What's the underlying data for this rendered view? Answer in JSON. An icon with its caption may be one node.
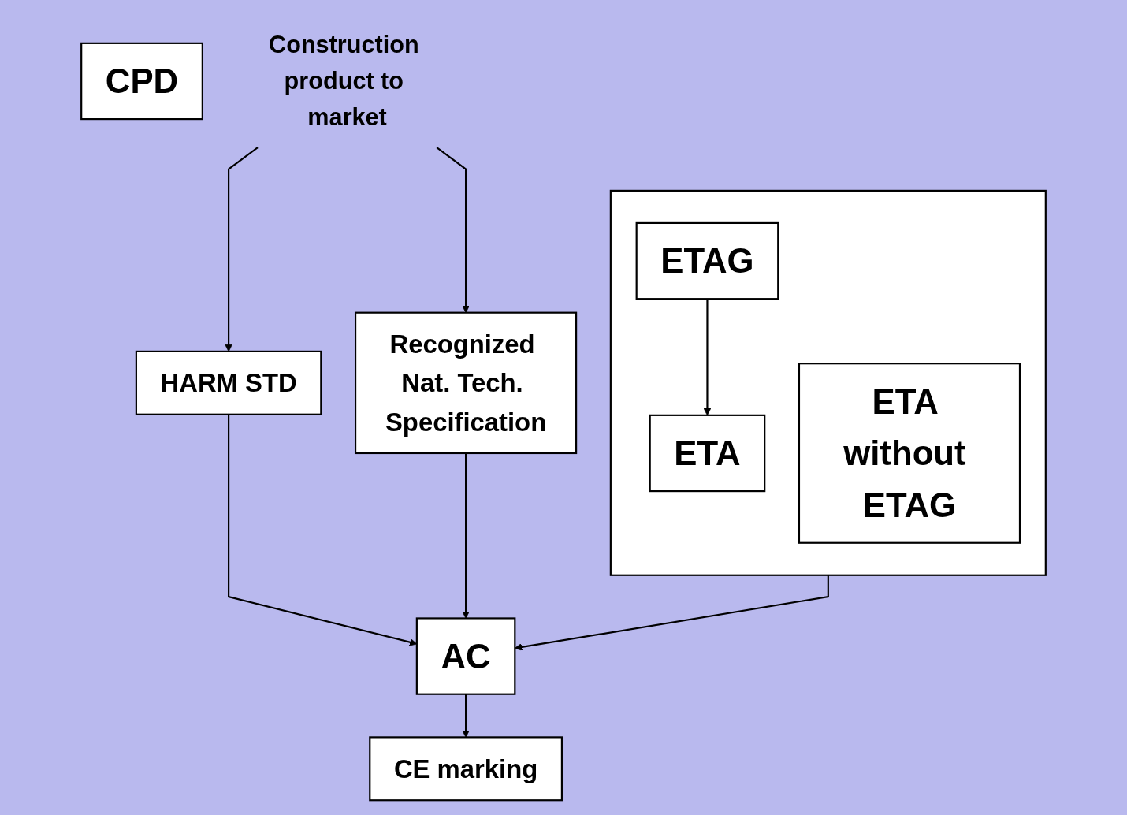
{
  "diagram": {
    "nodes": [
      {
        "text": [
          "CPD"
        ]
      },
      {
        "text": [
          "Construction product to market"
        ]
      },
      {
        "text": [
          "HARM STD"
        ]
      },
      {
        "text": [],
        "shape": "box"
      },
      {
        "text": [
          "ETAG"
        ],
        "in": 3
      },
      {
        "text": [
          "ETA without ETAG"
        ],
        "in": 3
      },
      {
        "text": [
          "ETA"
        ],
        "in": 3
      },
      {
        "text": [
          "Recognized Nat. Tech. Specification"
        ]
      },
      {
        "text": [
          "AC"
        ]
      },
      {
        "text": [
          "CE marking"
        ]
      }
    ],
    "edges": [
      {
        "from": 1,
        "to": 2,
        "arrow": "to"
      },
      {
        "from": 1,
        "to": 7,
        "arrow": "to"
      },
      {
        "from": 4,
        "to": 6,
        "arrow": "to"
      },
      {
        "from": 3,
        "to": 8,
        "arrow": "to"
      },
      {
        "from": 2,
        "to": 8,
        "arrow": "to"
      },
      {
        "from": 7,
        "to": 8,
        "arrow": "to"
      },
      {
        "from": 8,
        "to": 9,
        "arrow": "to"
      }
    ]
  }
}
